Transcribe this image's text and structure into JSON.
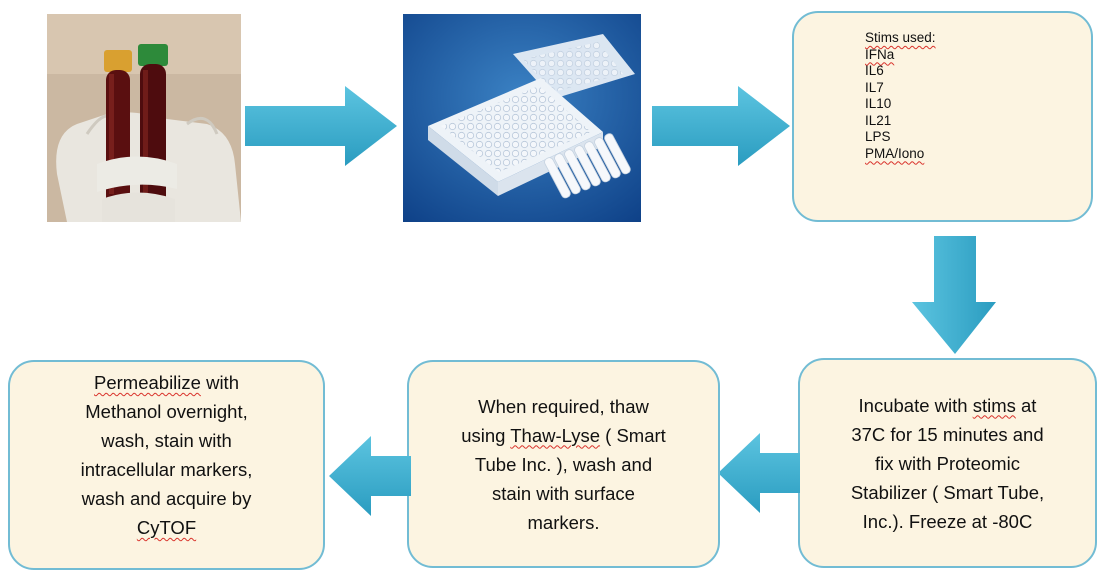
{
  "images": {
    "blood_tubes": {
      "description_icon": "blood-collection-tubes"
    },
    "plate": {
      "description_icon": "96-well-plate-with-lid"
    }
  },
  "stims_box": {
    "heading": "Stims used:",
    "items": [
      "IFNa",
      "IL6",
      "IL7",
      "IL10",
      "IL21",
      "LPS",
      "PMA/Iono"
    ]
  },
  "steps": {
    "incubate": [
      "Incubate with stims at",
      "37C for 15 minutes and",
      "fix with Proteomic",
      "Stabilizer ( Smart Tube,",
      "Inc.). Freeze at -80C"
    ],
    "thaw": [
      "When required, thaw",
      "using Thaw-Lyse ( Smart",
      "Tube Inc. ), wash and",
      "stain with surface",
      "markers."
    ],
    "permeabilize": [
      "Permeabilize with",
      "Methanol overnight,",
      "wash, stain with",
      "intracellular markers,",
      "wash and acquire by",
      "CyTOF"
    ]
  },
  "colors": {
    "arrow": "#38a9c9",
    "box_fill": "#fcf4e1",
    "box_border": "#72bcd4"
  }
}
